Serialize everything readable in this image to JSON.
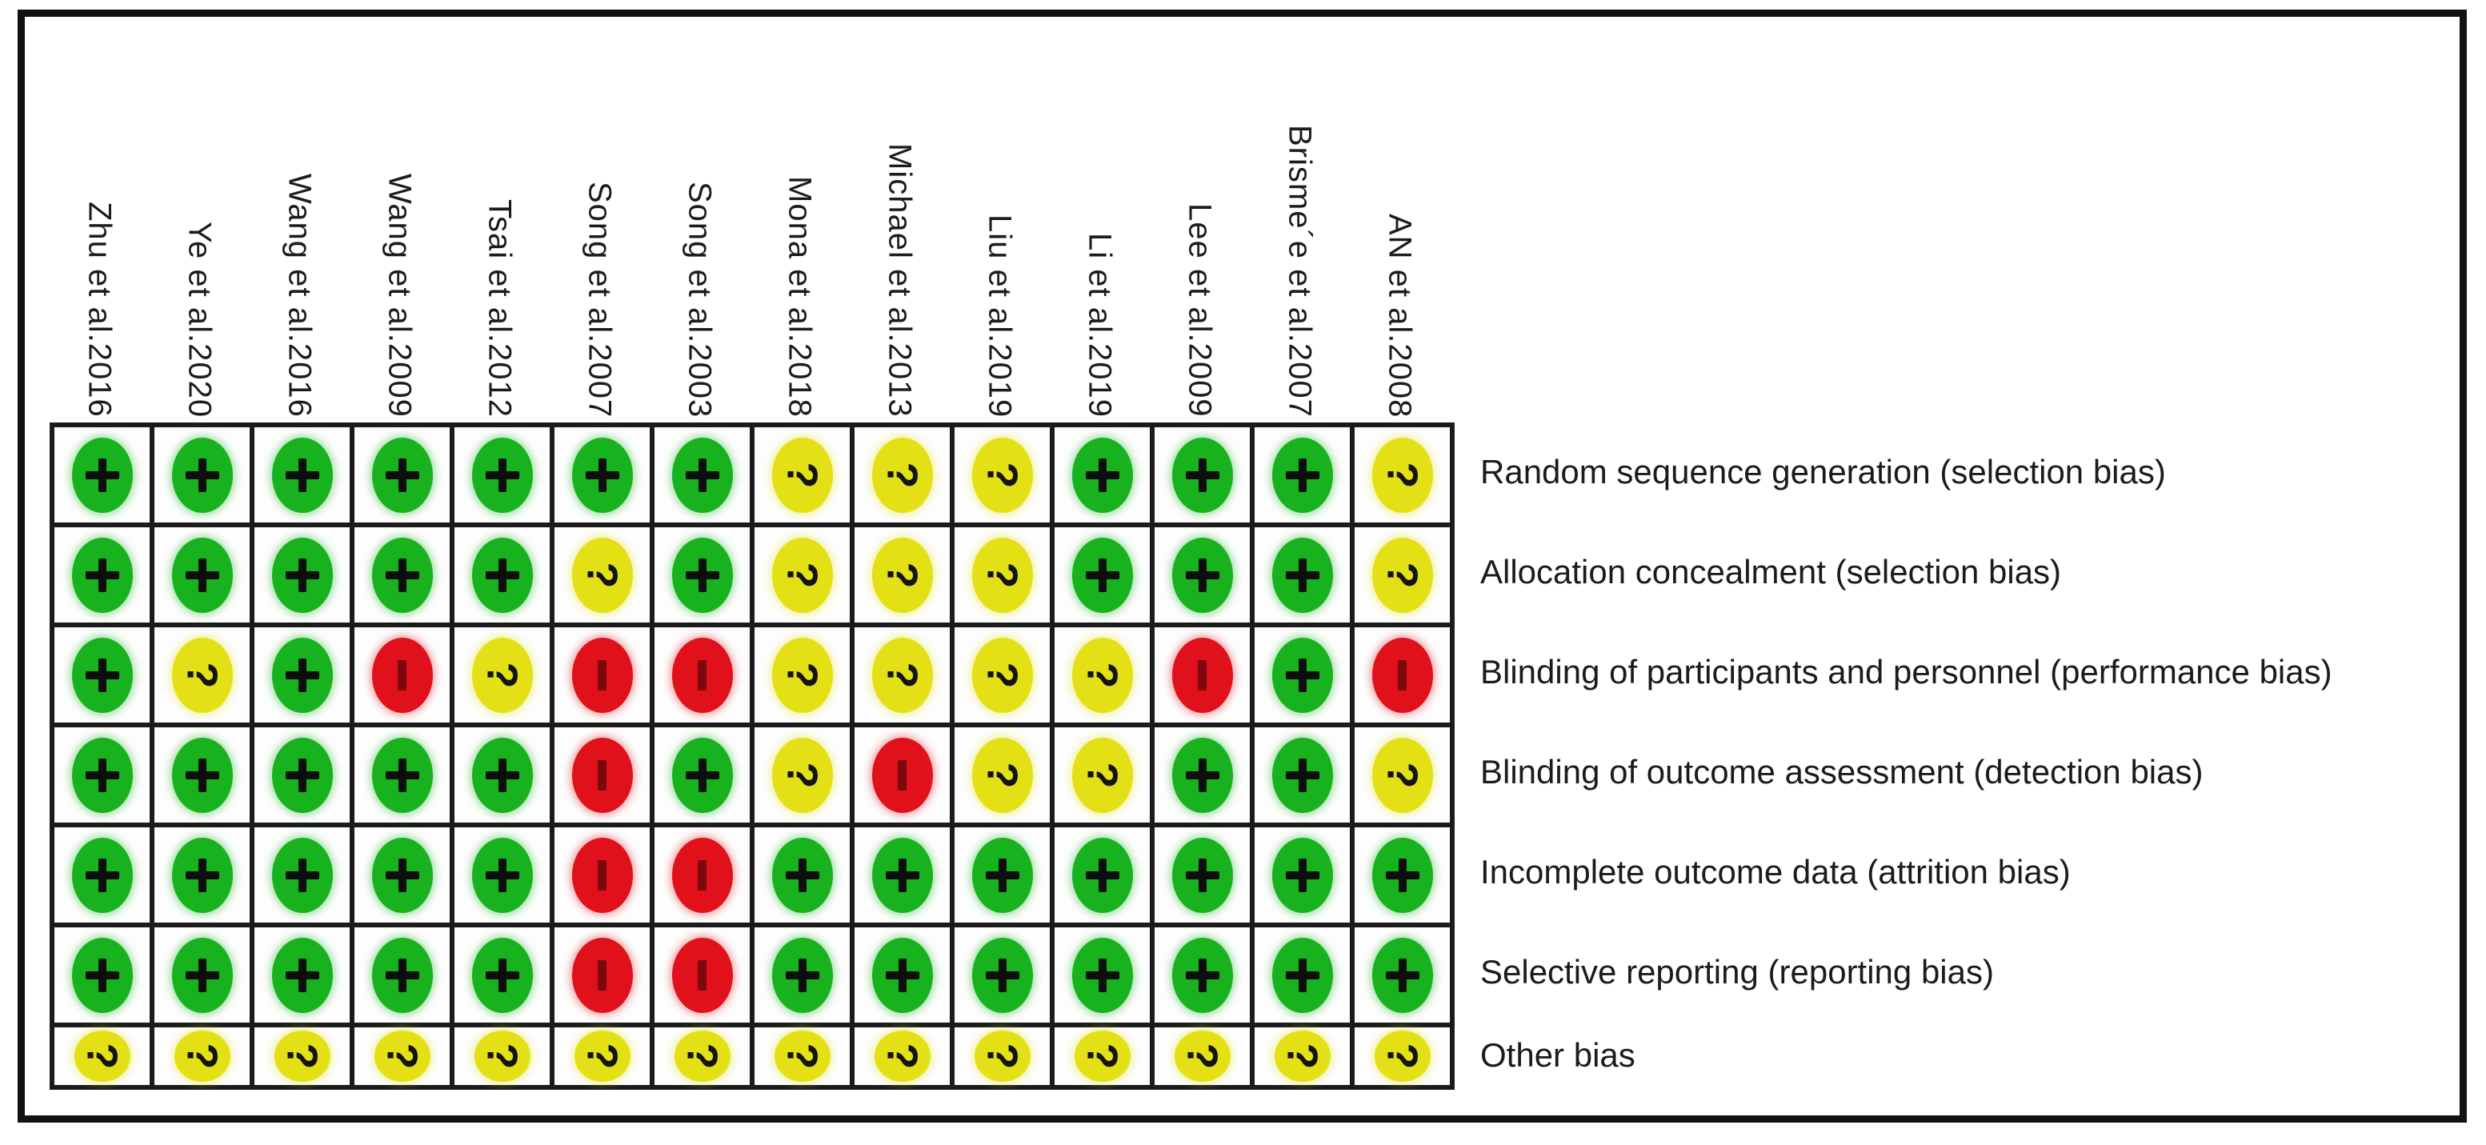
{
  "figure_name": "risk-of-bias-summary",
  "chart_data": {
    "type": "heatmap",
    "x_categories": [
      "Zhu et al.2016",
      "Ye et al.2020",
      "Wang et al.2016",
      "Wang et al.2009",
      "Tsai et al.2012",
      "Song et al.2007",
      "Song et al.2003",
      "Mona et al.2018",
      "Michael et al.2013",
      "Liu et al.2019",
      "Li et al.2019",
      "Lee et al.2009",
      "Brisme´e et al.2007",
      "AN et al.2008"
    ],
    "y_categories": [
      "Random sequence generation (selection bias)",
      "Allocation concealment (selection bias)",
      "Blinding of participants and personnel (performance bias)",
      "Blinding of outcome assessment (detection bias)",
      "Incomplete outcome data (attrition bias)",
      "Selective reporting (reporting bias)",
      "Other bias"
    ],
    "values": [
      [
        "+",
        "+",
        "+",
        "+",
        "+",
        "+",
        "+",
        "?",
        "?",
        "?",
        "+",
        "+",
        "+",
        "?"
      ],
      [
        "+",
        "+",
        "+",
        "+",
        "+",
        "?",
        "+",
        "?",
        "?",
        "?",
        "+",
        "+",
        "+",
        "?"
      ],
      [
        "+",
        "?",
        "+",
        "-",
        "?",
        "-",
        "-",
        "?",
        "?",
        "?",
        "?",
        "-",
        "+",
        "-"
      ],
      [
        "+",
        "+",
        "+",
        "+",
        "+",
        "-",
        "+",
        "?",
        "-",
        "?",
        "?",
        "+",
        "+",
        "?"
      ],
      [
        "+",
        "+",
        "+",
        "+",
        "+",
        "-",
        "-",
        "+",
        "+",
        "+",
        "+",
        "+",
        "+",
        "+"
      ],
      [
        "+",
        "+",
        "+",
        "+",
        "+",
        "-",
        "-",
        "+",
        "+",
        "+",
        "+",
        "+",
        "+",
        "+"
      ],
      [
        "?",
        "?",
        "?",
        "?",
        "?",
        "?",
        "?",
        "?",
        "?",
        "?",
        "?",
        "?",
        "?",
        "?"
      ]
    ],
    "value_meaning": {
      "+": "low risk",
      "?": "unclear risk",
      "-": "high risk"
    },
    "colors": {
      "+": "#17B21E",
      "?": "#E4E016",
      "-": "#E0111A",
      "grid_line": "#1b1b1b"
    },
    "legend_position": "none",
    "grid": true
  }
}
